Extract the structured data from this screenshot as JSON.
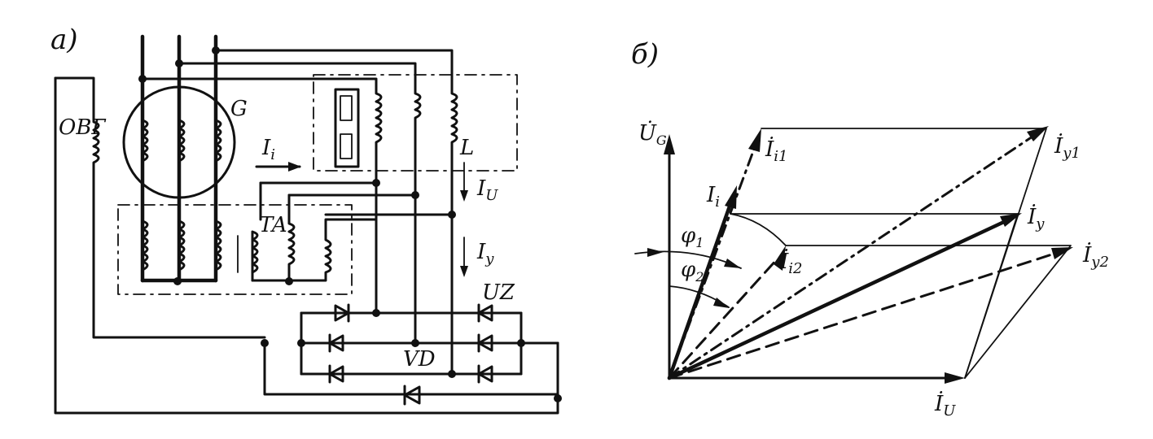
{
  "figure_a": {
    "panel_label": "а)",
    "labels": {
      "excitation_winding": "ОВГ",
      "generator": "G",
      "current_load": "I",
      "current_load_sub": "i",
      "current_voltage": "I",
      "current_voltage_sub": "U",
      "current_control": "I",
      "current_control_sub": "y",
      "transformer": "TA",
      "reactor": "L",
      "rectifier_bridge": "UZ",
      "diode": "VD"
    }
  },
  "figure_b": {
    "panel_label": "б)",
    "labels": {
      "voltage": "U̇",
      "voltage_sub": "G",
      "i_i": "I",
      "i_i_sub": "i",
      "i_i1": "İ",
      "i_i1_sub": "i1",
      "i_i2": "İ",
      "i_i2_sub": "i2",
      "i_y": "İ",
      "i_y_sub": "y",
      "i_y1": "İ",
      "i_y1_sub": "y1",
      "i_y2": "İ",
      "i_y2_sub": "y2",
      "i_u": "İ",
      "i_u_sub": "U",
      "phi1": "φ",
      "phi1_sub": "1",
      "phi2": "φ",
      "phi2_sub": "2"
    }
  }
}
